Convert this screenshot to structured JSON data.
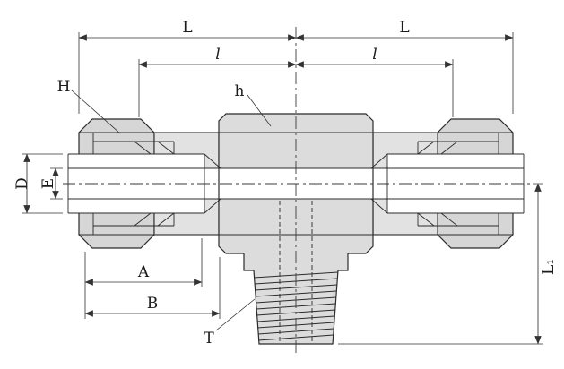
{
  "drawing": {
    "colors": {
      "background": "#ffffff",
      "line": "#2b2b2b",
      "metal_fill": "#dcdcdc",
      "dimension_line": "#333333"
    },
    "labels": {
      "L_left": "L",
      "L_right": "L",
      "l_left": "l",
      "l_right": "l",
      "H": "H",
      "h": "h",
      "D": "D",
      "E": "E",
      "A": "A",
      "B": "B",
      "T": "T",
      "L1": "L₁"
    }
  }
}
